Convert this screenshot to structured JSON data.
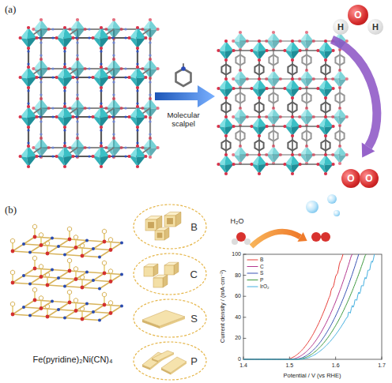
{
  "diagram": {
    "nodes": [
      {
        "text": [
          "H"
        ]
      },
      {
        "text": [
          "O"
        ]
      },
      {
        "text": [
          "H"
        ]
      },
      {
        "text": [
          "O"
        ]
      },
      {
        "text": [
          "O"
        ]
      },
      {
        "text": [
          "B"
        ]
      },
      {
        "text": [
          "C"
        ]
      },
      {
        "text": [
          "S"
        ]
      },
      {
        "text": [
          "P"
        ]
      }
    ],
    "labels": [
      "(a)",
      "Molecular scalpel",
      "(b)",
      "Fe(pyridine)₂Ni(CN)₄",
      "H₂O",
      "Current density / (mA·cm⁻²)",
      "100",
      "80",
      "60",
      "40",
      "20",
      "0",
      "1.4",
      "1.5",
      "1.6",
      "1.7",
      "Potential / V (vs RHE)"
    ],
    "legend": [
      {
        "text": "B"
      },
      {
        "text": "C"
      },
      {
        "text": "S"
      },
      {
        "text": "P"
      },
      {
        "text": "IrO₂"
      }
    ]
  }
}
